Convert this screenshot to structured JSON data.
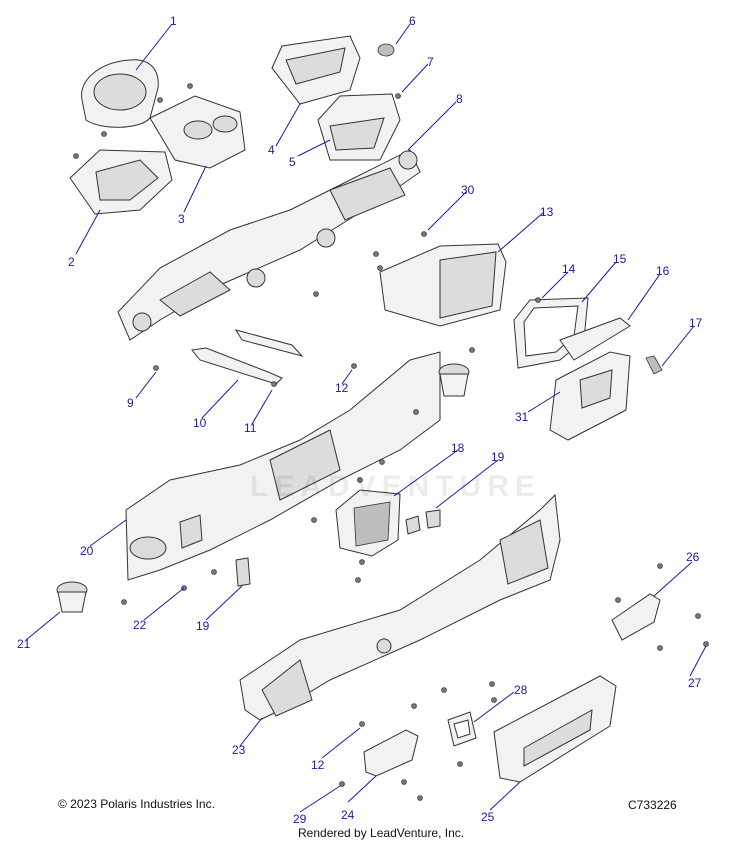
{
  "callouts": [
    "1",
    "2",
    "3",
    "4",
    "5",
    "6",
    "7",
    "8",
    "9",
    "10",
    "11",
    "12",
    "13",
    "14",
    "15",
    "16",
    "17",
    "18",
    "19",
    "20",
    "21",
    "22",
    "19",
    "23",
    "12",
    "24",
    "25",
    "26",
    "27",
    "28",
    "29",
    "30",
    "31"
  ],
  "footer": {
    "copyright": "© 2023 Polaris Industries Inc.",
    "code": "C733226",
    "rendered_by": "Rendered by LeadVenture, Inc."
  },
  "watermark": "LEADVENTURE",
  "colors": {
    "callout": "#1a1aa6",
    "line": "#333333",
    "fill": "#f2f2f2"
  }
}
